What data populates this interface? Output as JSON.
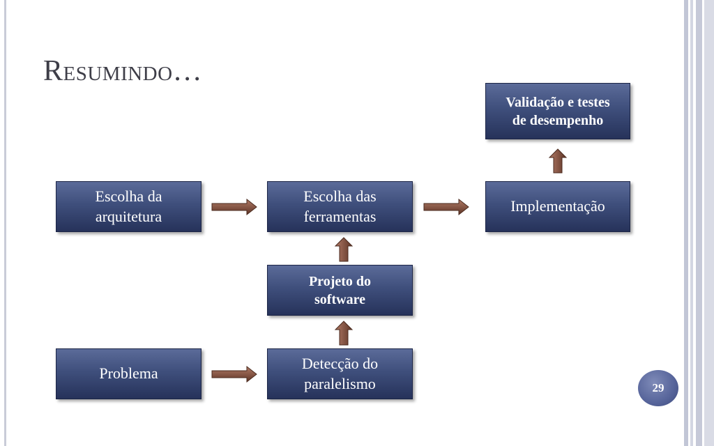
{
  "slide": {
    "title": "Resumindo…",
    "page_number": "29"
  },
  "boxes": {
    "escolha_arquitetura": "Escolha da arquitetura",
    "escolha_ferramentas": "Escolha das ferramentas",
    "implementacao": "Implementação",
    "validacao": "Validação e testes de desempenho",
    "projeto_software": "Projeto do software",
    "problema": "Problema",
    "deteccao_paralelismo": "Detecção do paralelismo"
  },
  "colors": {
    "box_top": "#5b6b99",
    "box_bottom": "#26325a",
    "arrow": "#7a4a3a",
    "title": "#3e3e48"
  }
}
